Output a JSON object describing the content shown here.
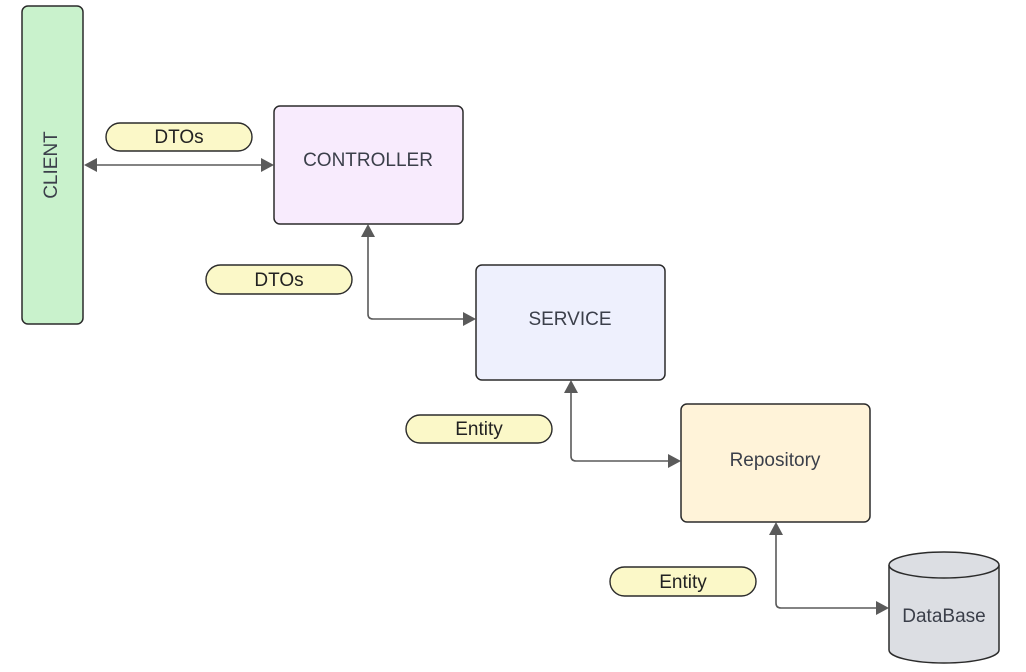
{
  "colors": {
    "client_fill": "#c9f2cc",
    "controller_fill": "#f8ebfd",
    "service_fill": "#eef0fd",
    "repository_fill": "#fff3d9",
    "database_fill": "#dcdee3",
    "label_fill": "#fbf8c8",
    "line": "#5a5a5a"
  },
  "nodes": {
    "client": {
      "label": "CLIENT"
    },
    "controller": {
      "label": "CONTROLLER"
    },
    "service": {
      "label": "SERVICE"
    },
    "repository": {
      "label": "Repository"
    },
    "database": {
      "label": "DataBase"
    }
  },
  "labels": {
    "client_controller": "DTOs",
    "controller_service": "DTOs",
    "service_repository": "Entity",
    "repository_database": "Entity"
  }
}
